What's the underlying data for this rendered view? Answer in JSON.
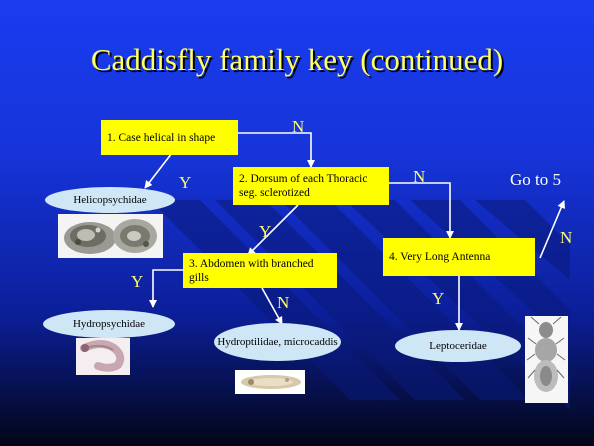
{
  "title": "Caddisfly family key (continued)",
  "steps": {
    "s1": "1. Case helical in shape",
    "s2": "2. Dorsum of each Thoracic seg. sclerotized",
    "s3": "3. Abdomen with branched gills",
    "s4": "4. Very Long Antenna"
  },
  "families": {
    "helicopsychidae": "Helicopsychidae",
    "hydropsychidae": "Hydropsychidae",
    "hydroptilidae": "Hydroptilidae, microcaddis",
    "leptoceridae": "Leptoceridae"
  },
  "answers": {
    "yes": "Y",
    "no": "N"
  },
  "goto": "Go to 5",
  "colors": {
    "background": "#1634d8",
    "step_box": "#ffff00",
    "title": "#ffff66",
    "oval": "#cfe6f6"
  }
}
